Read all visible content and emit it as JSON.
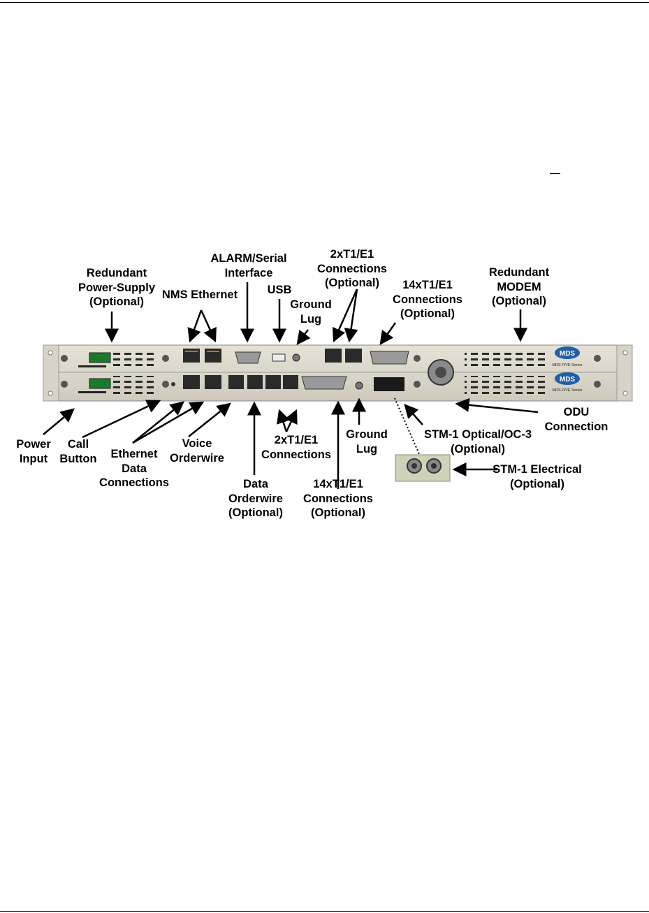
{
  "top_labels": {
    "redundant_power_supply": "Redundant\nPower-Supply\n(Optional)",
    "nms_ethernet": "NMS Ethernet",
    "alarm_serial": "ALARM/Serial\nInterface",
    "usb": "USB",
    "ground_lug": "Ground\nLug",
    "t1e1_2x_top": "2xT1/E1\nConnections\n(Optional)",
    "t1e1_14x_top": "14xT1/E1\nConnections\n(Optional)",
    "redundant_modem": "Redundant\nMODEM\n(Optional)"
  },
  "bottom_labels": {
    "power_input": "Power\nInput",
    "call_button": "Call\nButton",
    "ethernet_data": "Ethernet\nData\nConnections",
    "voice_orderwire": "Voice\nOrderwire",
    "data_orderwire": "Data\nOrderwire\n(Optional)",
    "t1e1_2x_bottom": "2xT1/E1\nConnections",
    "t1e1_14x_bottom": "14xT1/E1\nConnections\n(Optional)",
    "ground_lug_bottom": "Ground\nLug",
    "stm1_optical": "STM-1 Optical/OC-3\n(Optional)",
    "odu_connection": "ODU\nConnection",
    "stm1_electrical": "STM-1 Electrical\n(Optional)"
  },
  "panel": {
    "brand": "MDS",
    "series": "MDS FIVE Series"
  }
}
